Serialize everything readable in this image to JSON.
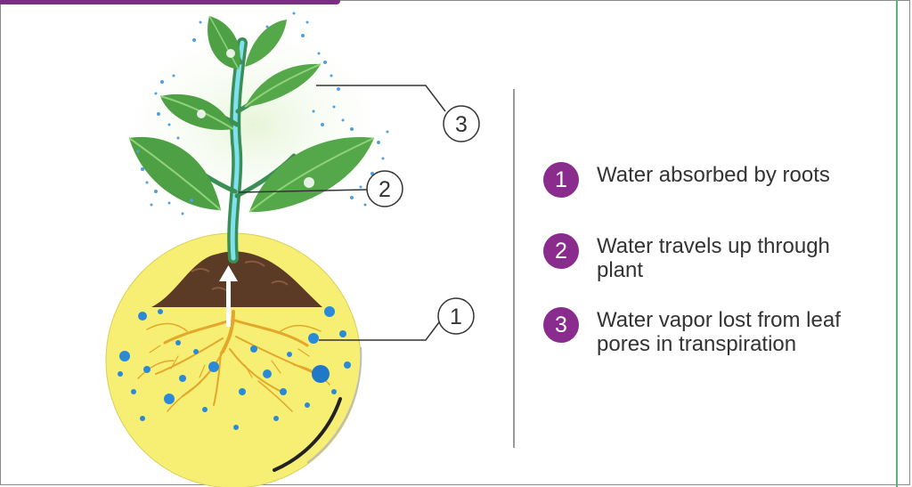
{
  "colors": {
    "accent_purple": "#8a2b8e",
    "soil_yellow": "#f7ee74",
    "leaf_green": "#54a84a",
    "stem_blue": "#2fb3c8",
    "soil_brown": "#5b3a26",
    "water_blue": "#2b8ad8"
  },
  "callouts": [
    {
      "number": "1"
    },
    {
      "number": "2"
    },
    {
      "number": "3"
    }
  ],
  "legend": [
    {
      "number": "1",
      "line1": "Water absorbed by roots",
      "line2": ""
    },
    {
      "number": "2",
      "line1": "Water travels up through",
      "line2": "plant"
    },
    {
      "number": "3",
      "line1": "Water vapor lost from leaf",
      "line2": "pores in transpiration"
    }
  ]
}
